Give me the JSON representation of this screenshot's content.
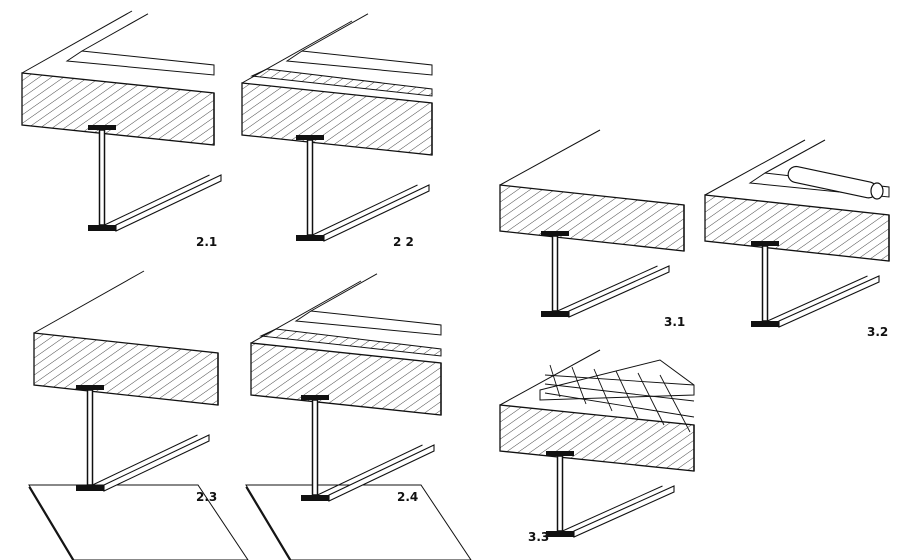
{
  "figures": [
    {
      "id": "2.1",
      "label": "2.1",
      "layers": [
        "slab",
        "topping"
      ],
      "beam": "steel-i-beam",
      "ceiling": false
    },
    {
      "id": "2.2",
      "label": "2 2",
      "layers": [
        "slab",
        "insulation",
        "topping"
      ],
      "beam": "steel-i-beam",
      "ceiling": false
    },
    {
      "id": "2.3",
      "label": "2.3",
      "layers": [
        "slab"
      ],
      "beam": "steel-i-beam",
      "ceiling": true
    },
    {
      "id": "2.4",
      "label": "2.4",
      "layers": [
        "slab",
        "insulation",
        "topping"
      ],
      "beam": "steel-i-beam",
      "ceiling": true
    },
    {
      "id": "3.1",
      "label": "3.1",
      "layers": [
        "slab"
      ],
      "beam": "steel-i-beam",
      "ceiling": false
    },
    {
      "id": "3.2",
      "label": "3.2",
      "layers": [
        "slab",
        "pipe",
        "topping"
      ],
      "beam": "steel-i-beam",
      "ceiling": false
    },
    {
      "id": "3.3",
      "label": "3.3",
      "layers": [
        "slab",
        "tiled-topping"
      ],
      "beam": "steel-i-beam",
      "ceiling": false
    }
  ],
  "colors": {
    "ink": "#111111",
    "background": "#ffffff",
    "hatch": "#333333",
    "speckle": "#222222"
  }
}
